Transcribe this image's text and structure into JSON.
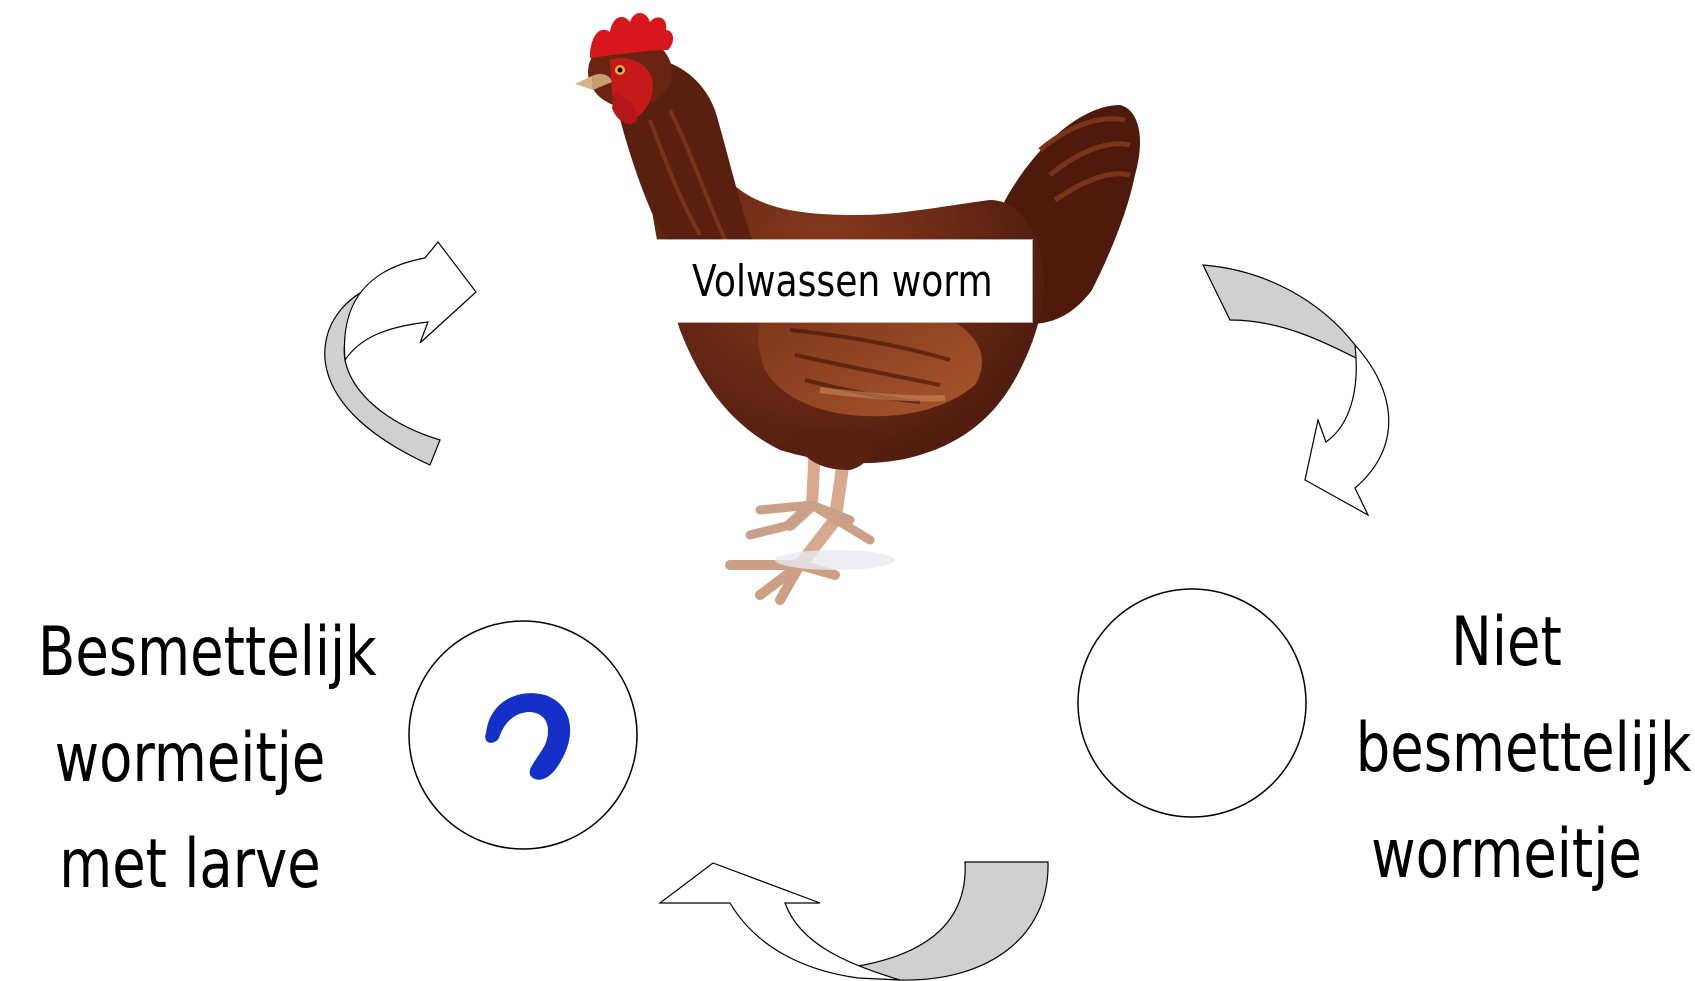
{
  "diagram": {
    "adult_label": "Volwassen worm",
    "infective_egg_label": [
      "Besmettelijk",
      "wormeitje",
      "met larve"
    ],
    "noninfective_egg_label": [
      "Niet",
      "besmettelijk",
      "wormeitje"
    ],
    "host": "chicken",
    "colors": {
      "arrow_fill": "#d0d0d0",
      "larva": "#1430c8",
      "chicken_body": "#6b2a16",
      "comb": "#d8171c"
    },
    "icons": [
      "chicken",
      "cycle-arrow",
      "egg-circle",
      "larva-worm"
    ]
  }
}
